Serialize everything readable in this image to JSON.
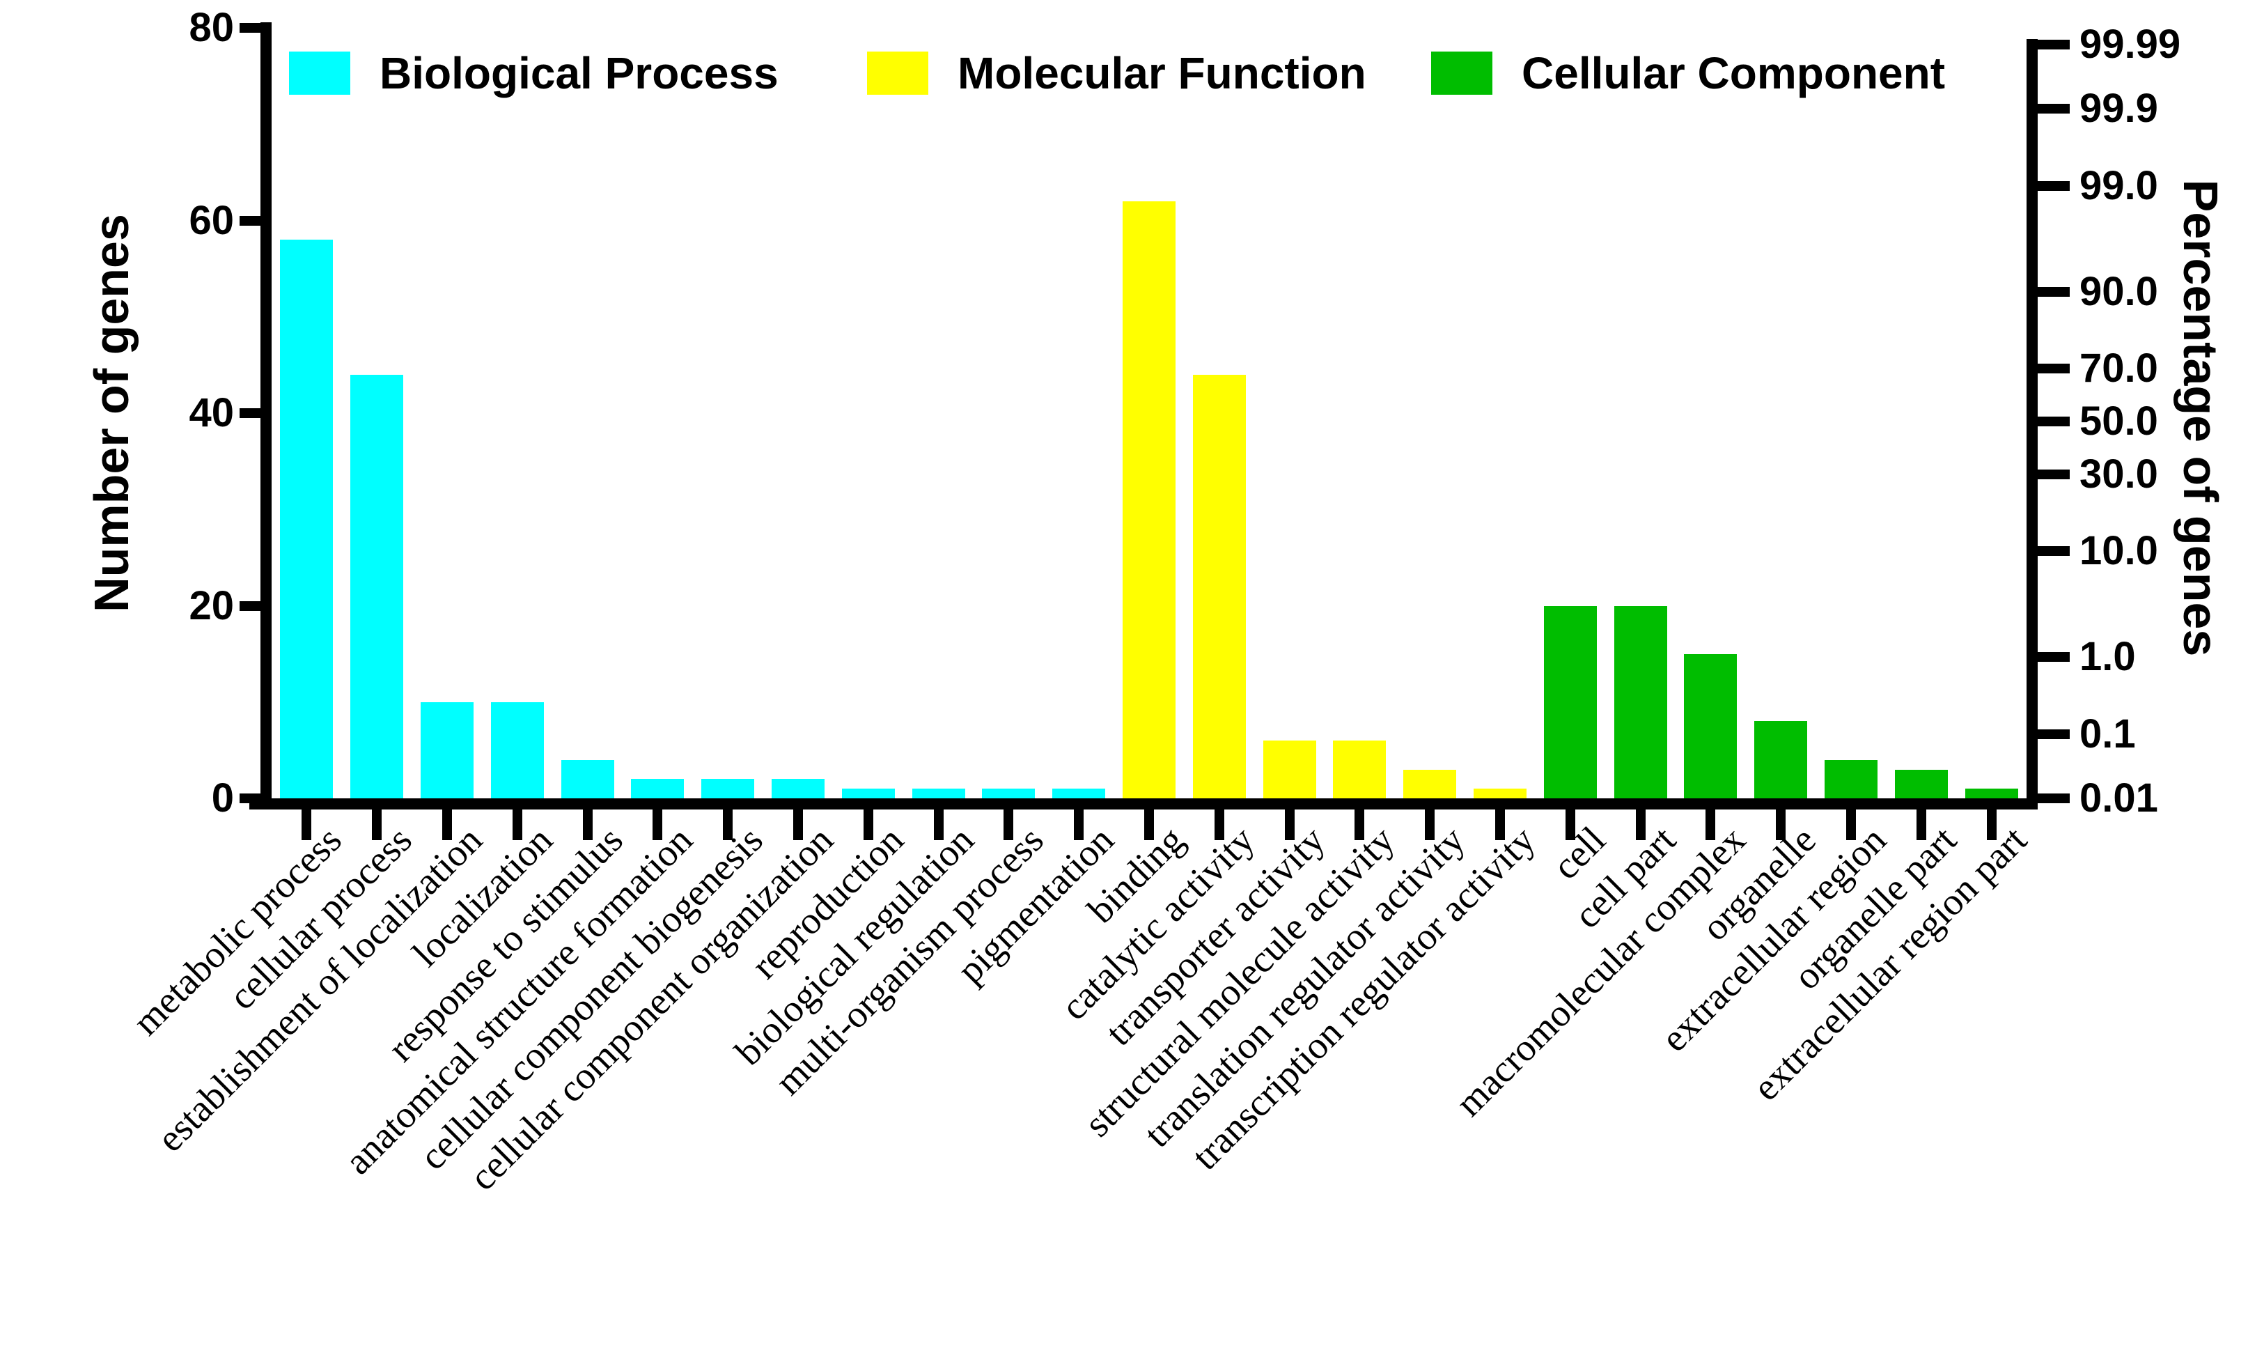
{
  "figure": {
    "background": "#ffffff",
    "text_color": "#000000"
  },
  "legend": [
    {
      "label": "Biological Process",
      "color": "#00FFFF"
    },
    {
      "label": "Molecular Function",
      "color": "#FFFF00"
    },
    {
      "label": "Cellular Component",
      "color": "#00BD00"
    }
  ],
  "left_axis": {
    "label": "Number of genes",
    "ticks": [
      "80",
      "60",
      "40",
      "20",
      "0"
    ],
    "ylim": [
      0,
      80
    ]
  },
  "right_axis": {
    "label": "Percentage of genes",
    "scale": "probit-percentage",
    "ticks": [
      {
        "label": "99.99",
        "pos": 0.0
      },
      {
        "label": "99.9",
        "pos": 0.0846
      },
      {
        "label": "99.0",
        "pos": 0.1873
      },
      {
        "label": "90.0",
        "pos": 0.3277
      },
      {
        "label": "70.0",
        "pos": 0.4296
      },
      {
        "label": "50.0",
        "pos": 0.5
      },
      {
        "label": "30.0",
        "pos": 0.5704
      },
      {
        "label": "10.0",
        "pos": 0.6723
      },
      {
        "label": "1.0",
        "pos": 0.8127
      },
      {
        "label": "0.1",
        "pos": 0.9154
      },
      {
        "label": "0.01",
        "pos": 1.0
      }
    ]
  },
  "chart_data": {
    "type": "bar",
    "title": "",
    "xlabel": "",
    "ylabel_left": "Number of genes",
    "ylabel_right": "Percentage of genes",
    "ylim_left": [
      0,
      80
    ],
    "grid": false,
    "legend_position": "top",
    "groups": [
      {
        "name": "Biological Process",
        "color": "#00FFFF",
        "categories": [
          "metabolic process",
          "cellular process",
          "establishment of localization",
          "localization",
          "response to stimulus",
          "anatomical structure formation",
          "cellular component biogenesis",
          "cellular component organization",
          "reproduction",
          "biological regulation",
          "multi-organism process",
          "pigmentation"
        ],
        "values": [
          58,
          44,
          10,
          10,
          4,
          2,
          2,
          2,
          1,
          1,
          1,
          1
        ]
      },
      {
        "name": "Molecular Function",
        "color": "#FFFF00",
        "categories": [
          "binding",
          "catalytic activity",
          "transporter activity",
          "structural molecule activity",
          "translation regulator activity",
          "transcription regulator activity"
        ],
        "values": [
          62,
          44,
          6,
          6,
          3,
          1
        ]
      },
      {
        "name": "Cellular Component",
        "color": "#00BD00",
        "categories": [
          "cell",
          "cell part",
          "macromolecular complex",
          "organelle",
          "extracellular region",
          "organelle part",
          "extracellular region part"
        ],
        "values": [
          20,
          20,
          15,
          8,
          4,
          3,
          1
        ]
      }
    ]
  }
}
